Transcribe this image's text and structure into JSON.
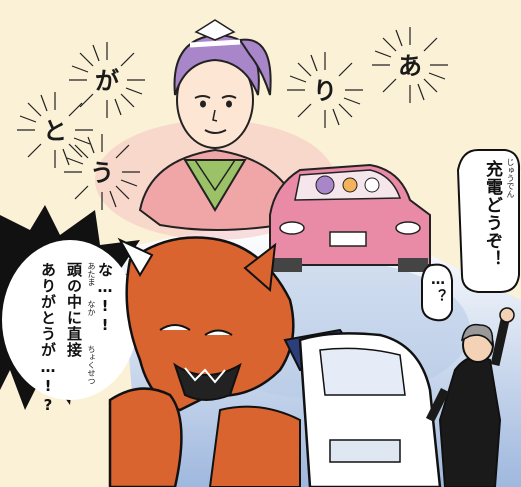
{
  "panel": {
    "background_color": "#fbf1d6",
    "burst_chars": [
      "あ",
      "り",
      "が",
      "と",
      "う"
    ],
    "bubble_girl_driver": {
      "ruby": "じゅうでん",
      "lines": [
        "充電どうぞ！"
      ]
    },
    "bubble_man": {
      "lines": [
        "…？"
      ]
    },
    "bubble_oni": {
      "lines": [
        "な…!!",
        "頭の中に直接",
        "ありがとうが…!?"
      ],
      "ruby_atama": "あたま",
      "ruby_naka": "なか",
      "ruby_chokusetsu": "ちょくせつ"
    },
    "colors": {
      "car_pink": "#e98aa6",
      "oni_orange": "#d9642f",
      "kimono_green": "#9bc267",
      "hair_purple": "#a886c9",
      "sky_blue": "#b7cbe6"
    }
  }
}
